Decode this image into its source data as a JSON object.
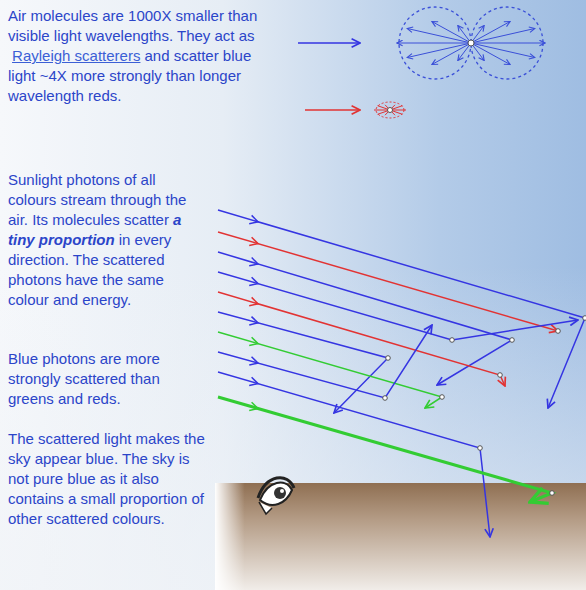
{
  "diagram": {
    "labels": [
      "Air molecules are 1000X smaller than visible light wavelengths. They act as",
      "Rayleigh scatterers",
      "and scatter blue light ~4X more strongly than longer wavelength reds.",
      "Sunlight photons of all colours stream through the air. Its molecules scatter",
      "a tiny proportion",
      "in every direction. The scattered photons have the same colour and energy.",
      "Blue photons are more strongly scattered than greens and reds.",
      "The scattered light makes the sky appear blue. The sky is not pure blue as it also contains a small proportion of other scattered colours."
    ]
  }
}
